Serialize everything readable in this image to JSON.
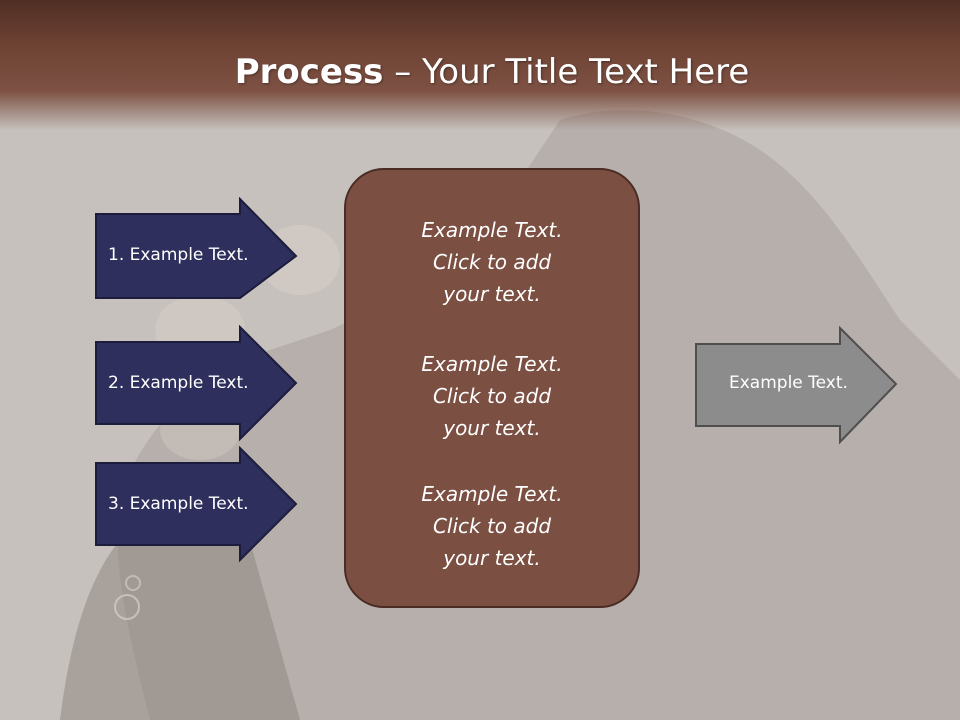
{
  "slide": {
    "title_bold": "Process",
    "title_rest": " – Your Title Text Here"
  },
  "steps": [
    {
      "label": "1. Example Text."
    },
    {
      "label": "2. Example Text."
    },
    {
      "label": "3. Example Text."
    }
  ],
  "center_blocks": [
    {
      "line1": "Example Text.",
      "line2": "Click  to add",
      "line3": "your text."
    },
    {
      "line1": "Example Text.",
      "line2": "Click  to add",
      "line3": "your text."
    },
    {
      "line1": "Example Text.",
      "line2": "Click  to add",
      "line3": "your text."
    }
  ],
  "result": {
    "label": "Example Text."
  },
  "colors": {
    "header": "#7d5143",
    "step_arrow": "#2f2f5e",
    "center_box": "#7b4f42",
    "result_arrow": "#8c8c8c",
    "background": "#c6c1bc"
  }
}
